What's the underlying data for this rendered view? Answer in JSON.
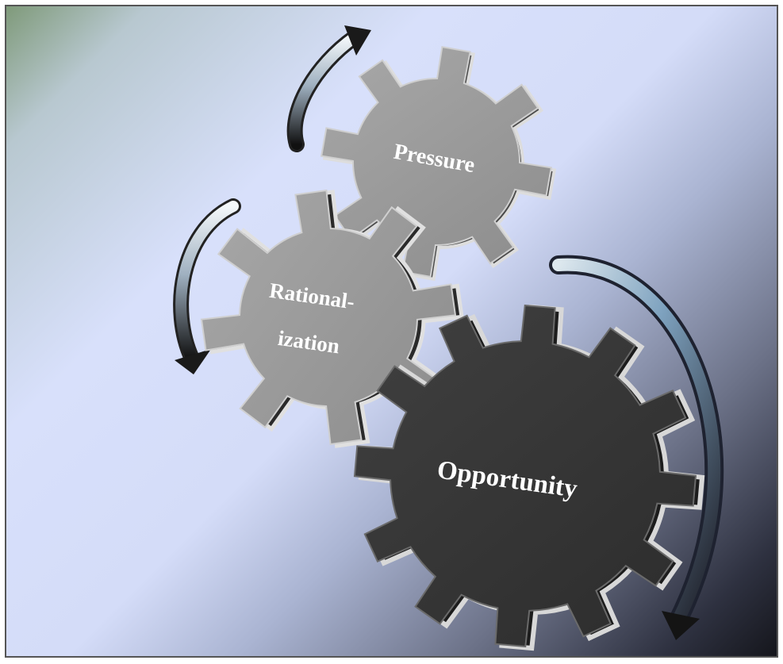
{
  "diagram": {
    "gears": [
      {
        "id": "pressure",
        "label": "Pressure"
      },
      {
        "id": "rationalization",
        "label_line1": "Rational-",
        "label_line2": "ization"
      },
      {
        "id": "opportunity",
        "label": "Opportunity"
      }
    ],
    "colors": {
      "light_gear": "#9a9a9a",
      "dark_gear": "#3a3a3a",
      "label": "#ffffff"
    },
    "arrows": [
      "curved-arrow",
      "curved-arrow",
      "curved-arrow"
    ]
  }
}
